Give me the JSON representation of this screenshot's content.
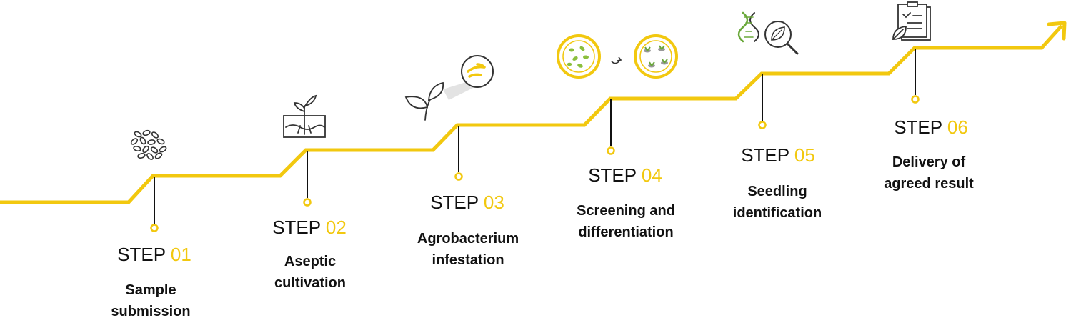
{
  "colors": {
    "accent": "#f2c80f",
    "line": "#f2c80f",
    "stem": "#111111",
    "text": "#111111"
  },
  "step_word": "STEP",
  "steps": [
    {
      "number": "01",
      "line1": "Sample",
      "line2": "submission",
      "icon": "seeds-icon"
    },
    {
      "number": "02",
      "line1": "Aseptic",
      "line2": "cultivation",
      "icon": "sprout-in-soil-icon"
    },
    {
      "number": "03",
      "line1": "Agrobacterium",
      "line2": "infestation",
      "icon": "leaf-magnifier-bacteria-icon"
    },
    {
      "number": "04",
      "line1": "Screening and",
      "line2": "differentiation",
      "icon": "petri-dish-icon"
    },
    {
      "number": "05",
      "line1": "Seedling",
      "line2": "identification",
      "icon": "dna-leaf-search-icon"
    },
    {
      "number": "06",
      "line1": "Delivery of",
      "line2": "agreed result",
      "icon": "clipboard-leaf-icon"
    }
  ]
}
